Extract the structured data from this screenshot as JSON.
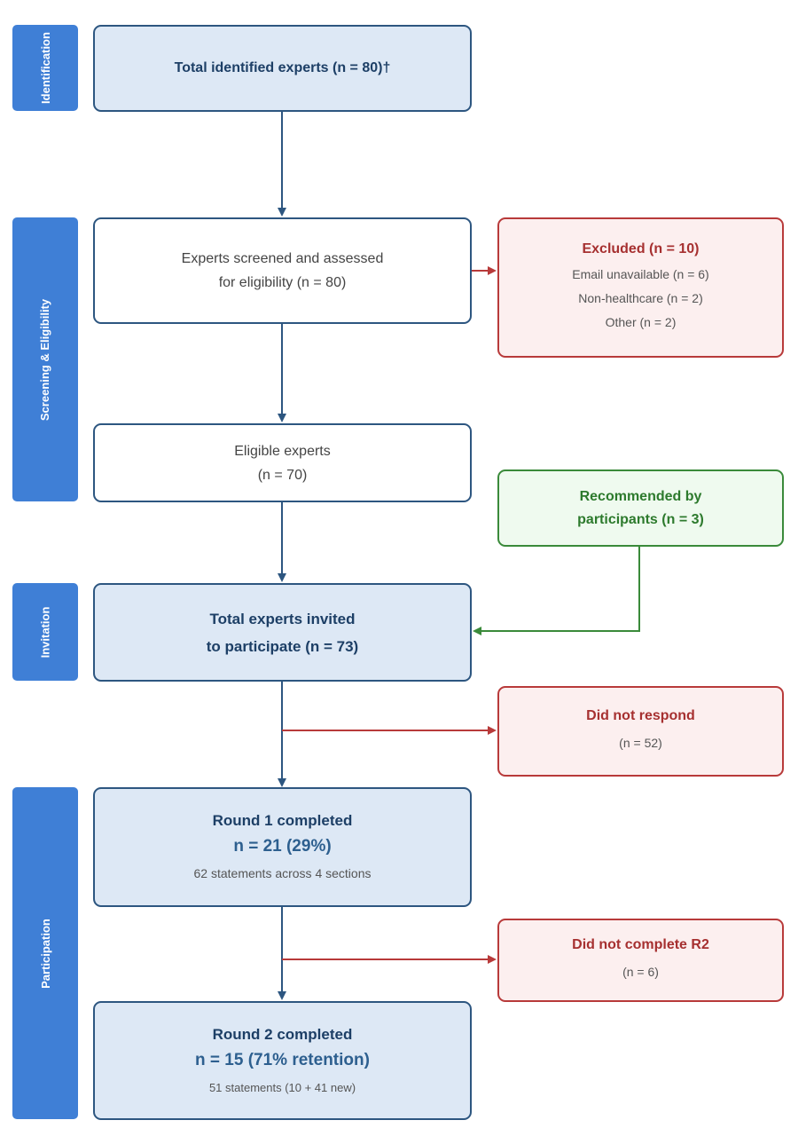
{
  "stages": {
    "identification": "Identification",
    "screening": "Screening & Eligibility",
    "invitation": "Invitation",
    "participation": "Participation"
  },
  "identified": {
    "text": "Total identified experts (n = 80)†"
  },
  "screened": {
    "line1": "Experts screened and assessed",
    "line2": "for eligibility (n = 80)"
  },
  "excluded": {
    "title": "Excluded (n = 10)",
    "items": [
      "Email unavailable (n = 6)",
      "Non-healthcare (n = 2)",
      "Other (n = 2)"
    ]
  },
  "eligible": {
    "line1": "Eligible experts",
    "line2": "(n = 70)"
  },
  "recommended": {
    "line1": "Recommended by",
    "line2": "participants (n = 3)"
  },
  "invited": {
    "line1": "Total experts invited",
    "line2": "to participate (n = 73)"
  },
  "no_response": {
    "title": "Did not respond",
    "count": "(n = 52)"
  },
  "round1": {
    "title": "Round 1 completed",
    "n": "n = 21 (29%)",
    "detail": "62 statements across 4 sections"
  },
  "not_complete_r2": {
    "title": "Did not complete R2",
    "count": "(n = 6)"
  },
  "round2": {
    "title": "Round 2 completed",
    "n": "n = 15 (71% retention)",
    "detail": "51 statements (10 + 41 new)"
  },
  "colors": {
    "stage": "#3f7fd6",
    "main_border": "#2d5680",
    "main_fill": "#dde8f5",
    "exclusion": "#b83a3a",
    "recommendation": "#3a8a3a"
  }
}
